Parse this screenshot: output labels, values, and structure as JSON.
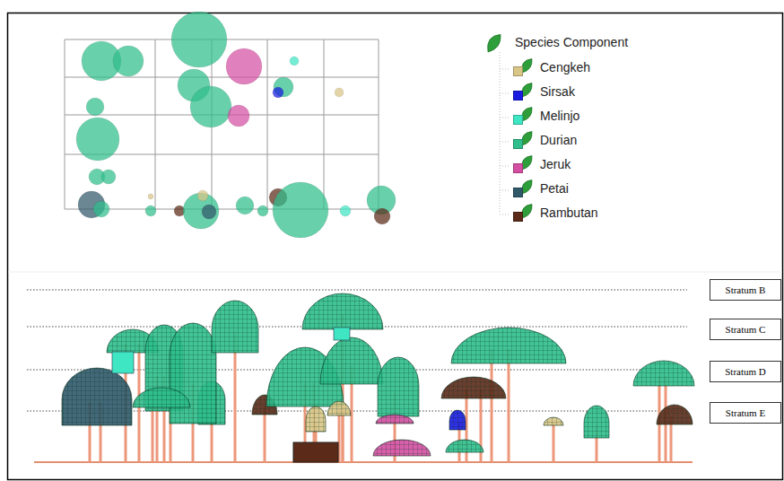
{
  "diagram": {
    "nodes": [
      {
        "text": [
          "Stratum B"
        ]
      },
      {
        "text": [
          "Stratum C"
        ]
      },
      {
        "text": [
          "Stratum D"
        ]
      },
      {
        "text": [
          "Stratum E"
        ]
      }
    ],
    "labels": [
      "Species Component"
    ],
    "legend": [
      {
        "text": "Cengkeh",
        "color": "#d9c586"
      },
      {
        "text": "Sirsak",
        "color": "#1a1ae0"
      },
      {
        "text": "Melinjo",
        "color": "#3fe6c4"
      },
      {
        "text": "Durian",
        "color": "#2fbe8c"
      },
      {
        "text": "Jeruk",
        "color": "#d44fa2"
      },
      {
        "text": "Petai",
        "color": "#30596a"
      },
      {
        "text": "Rambutan",
        "color": "#5b2a18"
      }
    ]
  }
}
